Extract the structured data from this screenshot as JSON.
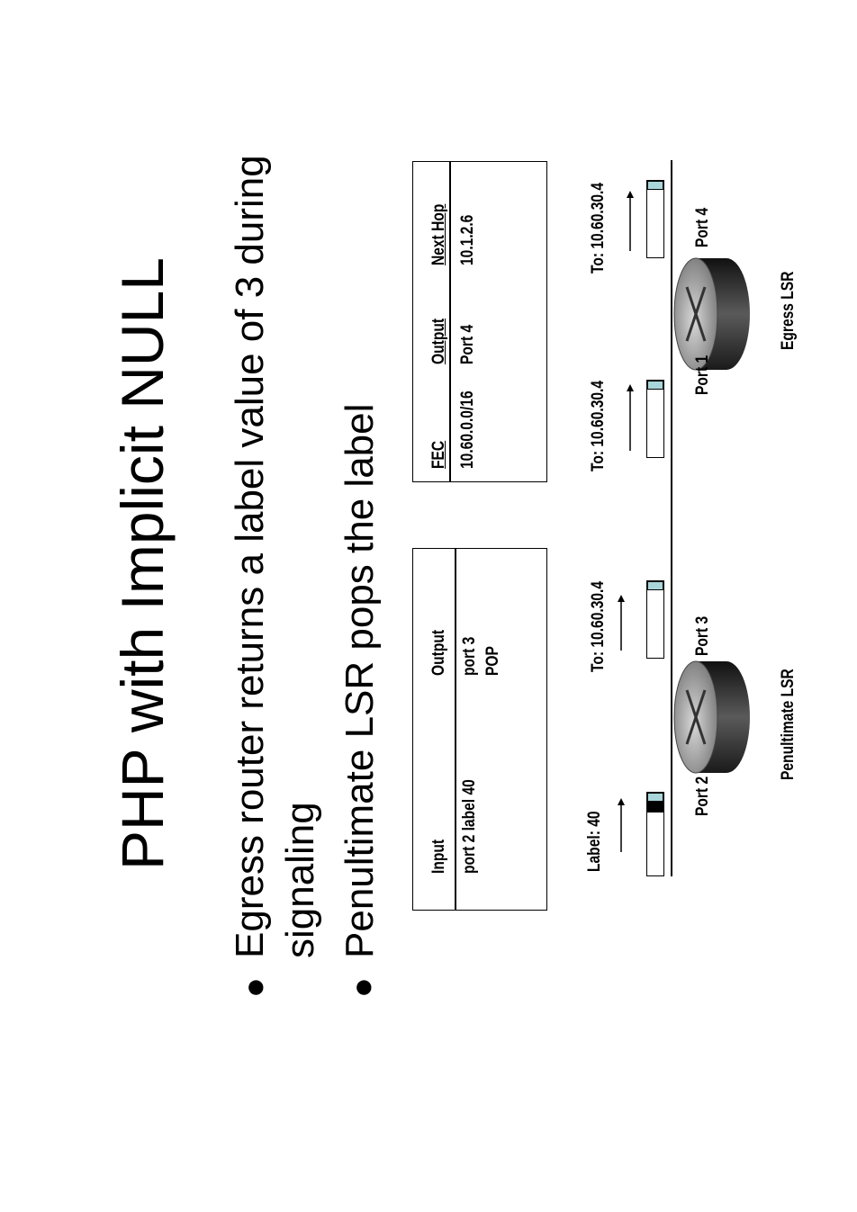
{
  "title": "PHP with Implicit NULL",
  "bullets": [
    {
      "line1": "Egress router returns a label value of 3 during",
      "line2": "signaling"
    },
    {
      "line1": "Penultimate LSR pops the label",
      "line2": ""
    }
  ],
  "left_table": {
    "headers": [
      "Input",
      "Output"
    ],
    "rows": [
      [
        "port 2 label 40",
        "port 3"
      ],
      [
        "",
        "POP"
      ]
    ]
  },
  "right_table": {
    "headers": [
      "FEC",
      "Output",
      "Next Hop"
    ],
    "rows": [
      [
        "10.60.0.0/16",
        "Port 4",
        "10.1.2.6"
      ]
    ]
  },
  "packets": [
    {
      "label": "Label: 40",
      "has_label_block": true
    },
    {
      "label": "To: 10.60.30.4",
      "has_label_block": false
    },
    {
      "label": "To: 10.60.30.4",
      "has_label_block": false
    },
    {
      "label": "To: 10.60.30.4",
      "has_label_block": false
    }
  ],
  "ports": {
    "p2": "Port 2",
    "p3": "Port 3",
    "p1": "Port 1",
    "p4": "Port 4"
  },
  "routers": [
    {
      "name": "Penultimate LSR",
      "icon": "router-icon"
    },
    {
      "name": "Egress LSR",
      "icon": "router-icon"
    }
  ],
  "colors": {
    "packet_cap": "#a9d6da",
    "label_block": "#000000"
  }
}
